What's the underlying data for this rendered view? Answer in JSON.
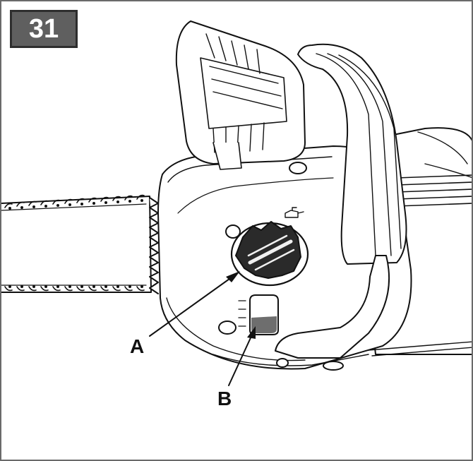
{
  "figure": {
    "number": "31"
  },
  "callouts": {
    "a": "A",
    "b": "B"
  },
  "colors": {
    "outline": "#111111",
    "badge_fill": "#5f5f5f",
    "knob_dark": "#2a2a2a",
    "oil_level": "#6e6e6e"
  },
  "icons": [
    "oil-can-icon"
  ]
}
